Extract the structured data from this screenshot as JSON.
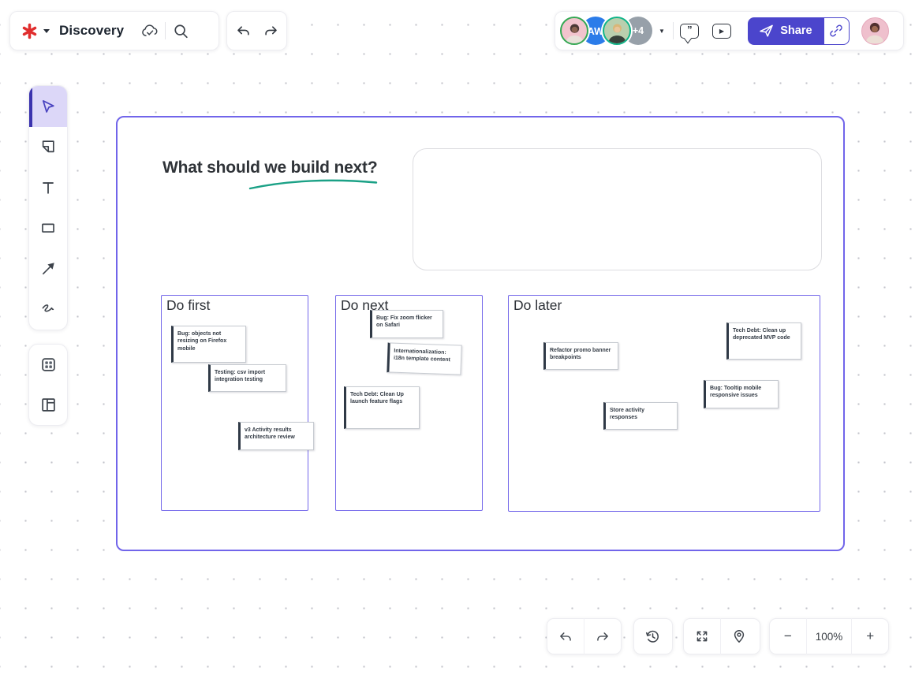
{
  "topbar": {
    "board_title": "Discovery"
  },
  "collaborators": {
    "avatar_initials": "AW",
    "overflow_badge": "+4"
  },
  "share": {
    "label": "Share"
  },
  "frame": {
    "title": "What should we build next?",
    "columns": [
      {
        "label": "Do first",
        "cards": [
          {
            "text": "Bug: objects not resizing on Firefox mobile"
          },
          {
            "text": "Testing: csv import integration testing"
          },
          {
            "text": "v3 Activity results architecture review"
          }
        ]
      },
      {
        "label": "Do next",
        "cards": [
          {
            "text": "Bug: Fix zoom flicker on Safari"
          },
          {
            "text": "Internationalization: i18n template content"
          },
          {
            "text": "Tech Debt: Clean Up launch feature flags"
          }
        ]
      },
      {
        "label": "Do later",
        "cards": [
          {
            "text": "Refactor promo banner breakpoints"
          },
          {
            "text": "Tech Debt: Clean up deprecated MVP code"
          },
          {
            "text": "Bug: Tooltip mobile responsive issues"
          },
          {
            "text": "Store activity responses"
          }
        ]
      }
    ]
  },
  "navigation": {
    "zoom_level": "100%"
  },
  "icons": {
    "collab_caret": "▼",
    "play_glyph": "▶",
    "quote_glyph": "”",
    "minus_glyph": "−",
    "plus_glyph": "+"
  },
  "colors": {
    "accent_purple": "#7165ea",
    "share_indigo": "#4b45cc",
    "logo_red": "#e02d2d",
    "underline_green": "#1ba186",
    "avatar_blue": "#2b7ce9",
    "ring_green": "#34a853",
    "ring_teal": "#10b488"
  }
}
